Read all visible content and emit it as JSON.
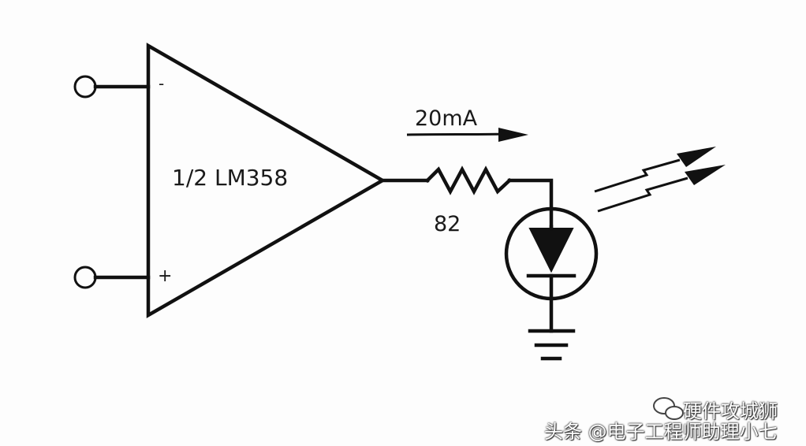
{
  "circuit": {
    "opamp_label": "1/2 LM358",
    "inverting_sign": "-",
    "noninverting_sign": "+",
    "current_label": "20mA",
    "resistor_label": "82"
  },
  "watermark": {
    "account": "硬件攻城狮",
    "credit": "头条 @电子工程师助理小七"
  },
  "colors": {
    "line": "#111111",
    "background": "#fdfdfd"
  }
}
